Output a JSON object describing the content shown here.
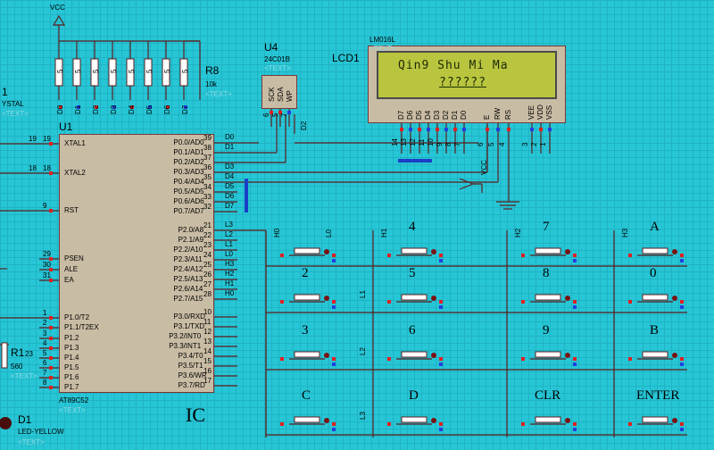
{
  "power": {
    "vcc_top": "VCC",
    "vcc_lcd": "VCC"
  },
  "resistor_pack": {
    "ref": "R8",
    "value": "10k",
    "short_values": [
      "5",
      "5",
      "5",
      "5",
      "5",
      "5",
      "5",
      "5"
    ],
    "pin_labels": [
      "D0",
      "D1",
      "D2",
      "D3",
      "D4",
      "D5",
      "D6",
      "D7"
    ]
  },
  "crystal": {
    "ref_fragment": "1",
    "name_fragment": "YSTAL",
    "text_placeholder": "<TEXT>"
  },
  "mcu": {
    "ref": "U1",
    "part": "AT89C52",
    "text_placeholder": "<TEXT>",
    "left_pins": [
      {
        "num": "19",
        "name": "XTAL1"
      },
      {
        "num": "18",
        "name": "XTAL2"
      },
      {
        "num": "9",
        "name": "RST"
      },
      {
        "num": "29",
        "name": "PSEN"
      },
      {
        "num": "30",
        "name": "ALE"
      },
      {
        "num": "31",
        "name": "EA"
      },
      {
        "num": "1",
        "name": "P1.0/T2"
      },
      {
        "num": "2",
        "name": "P1.1/T2EX"
      },
      {
        "num": "3",
        "name": "P1.2"
      },
      {
        "num": "4",
        "name": "P1.3"
      },
      {
        "num": "5",
        "name": "P1.4"
      },
      {
        "num": "6",
        "name": "P1.5"
      },
      {
        "num": "7",
        "name": "P1.6"
      },
      {
        "num": "8",
        "name": "P1.7"
      }
    ],
    "right_pins": [
      {
        "num": "39",
        "name": "P0.0/AD0"
      },
      {
        "num": "38",
        "name": "P0.1/AD1"
      },
      {
        "num": "37",
        "name": "P0.2/AD2"
      },
      {
        "num": "36",
        "name": "P0.3/AD3"
      },
      {
        "num": "35",
        "name": "P0.4/AD4"
      },
      {
        "num": "34",
        "name": "P0.5/AD5"
      },
      {
        "num": "33",
        "name": "P0.6/AD6"
      },
      {
        "num": "32",
        "name": "P0.7/AD7"
      },
      {
        "num": "21",
        "name": "P2.0/A8"
      },
      {
        "num": "22",
        "name": "P2.1/A9"
      },
      {
        "num": "23",
        "name": "P2.2/A10"
      },
      {
        "num": "24",
        "name": "P2.3/A11"
      },
      {
        "num": "25",
        "name": "P2.4/A12"
      },
      {
        "num": "26",
        "name": "P2.5/A13"
      },
      {
        "num": "27",
        "name": "P2.6/A14"
      },
      {
        "num": "28",
        "name": "P2.7/A15"
      },
      {
        "num": "10",
        "name": "P3.0/RXD"
      },
      {
        "num": "11",
        "name": "P3.1/TXD"
      },
      {
        "num": "12",
        "name": "P3.2/INT0"
      },
      {
        "num": "13",
        "name": "P3.3/INT1"
      },
      {
        "num": "14",
        "name": "P3.4/T0"
      },
      {
        "num": "15",
        "name": "P3.5/T1"
      },
      {
        "num": "16",
        "name": "P3.6/WR"
      },
      {
        "num": "17",
        "name": "P3.7/RD"
      }
    ],
    "right_nets": [
      "D0",
      "D1",
      "",
      "D3",
      "D4",
      "D5",
      "D6",
      "D7",
      "L3",
      "L2",
      "L1",
      "L0",
      "H3",
      "H2",
      "H1",
      "H0"
    ],
    "left_nets": [
      "19",
      "18"
    ]
  },
  "eeprom": {
    "ref": "U4",
    "part": "24C01B",
    "text_placeholder": "<TEXT>",
    "pins": [
      "SCK",
      "SDA",
      "WP"
    ],
    "pin_nums": [
      "6",
      "5",
      "7"
    ],
    "net": "D2"
  },
  "lcd": {
    "ref": "LCD1",
    "part": "LM016L",
    "text_placeholder": "<TEXT>",
    "line1": "Qin9 Shu Mi Ma",
    "line2": "??????",
    "pins": [
      "D7",
      "D6",
      "D5",
      "D4",
      "D3",
      "D2",
      "D1",
      "D0",
      "E",
      "RW",
      "RS",
      "VEE",
      "VDD",
      "VSS"
    ],
    "pin_nums": [
      "14",
      "13",
      "12",
      "11",
      "10",
      "9",
      "8",
      "7",
      "6",
      "5",
      "4",
      "3",
      "2",
      "1"
    ],
    "bus_nets": [
      "D7",
      "D6",
      "D5",
      "D4"
    ],
    "ctrl_nets": [
      "D1",
      "D0"
    ]
  },
  "keypad": {
    "row_nets": [
      "L0",
      "L1",
      "L2",
      "L3"
    ],
    "col_nets": [
      "H0",
      "H1",
      "H2",
      "H3"
    ],
    "key_labels": [
      "",
      "4",
      "7",
      "A",
      "2",
      "5",
      "8",
      "0",
      "3",
      "6",
      "9",
      "B",
      "C",
      "D",
      "CLR",
      "ENTER"
    ]
  },
  "misc": {
    "resistor_ref": "R1",
    "resistor_fragment": "23",
    "resistor_value": "560",
    "led_ref": "D1",
    "led_part": "LED-YELLOW",
    "led_text_placeholder": "<TEXT>",
    "ic_caption": "IC"
  },
  "colors": {
    "background": "#27c6d6",
    "grid": "#1fb3c3",
    "wire": "#5a1e1e",
    "body_fill": "#c9bca4",
    "bus": "#1a3ec8",
    "lcd_screen": "#b9c53e",
    "pin_red": "#e02020",
    "pin_blue": "#2040e0"
  }
}
